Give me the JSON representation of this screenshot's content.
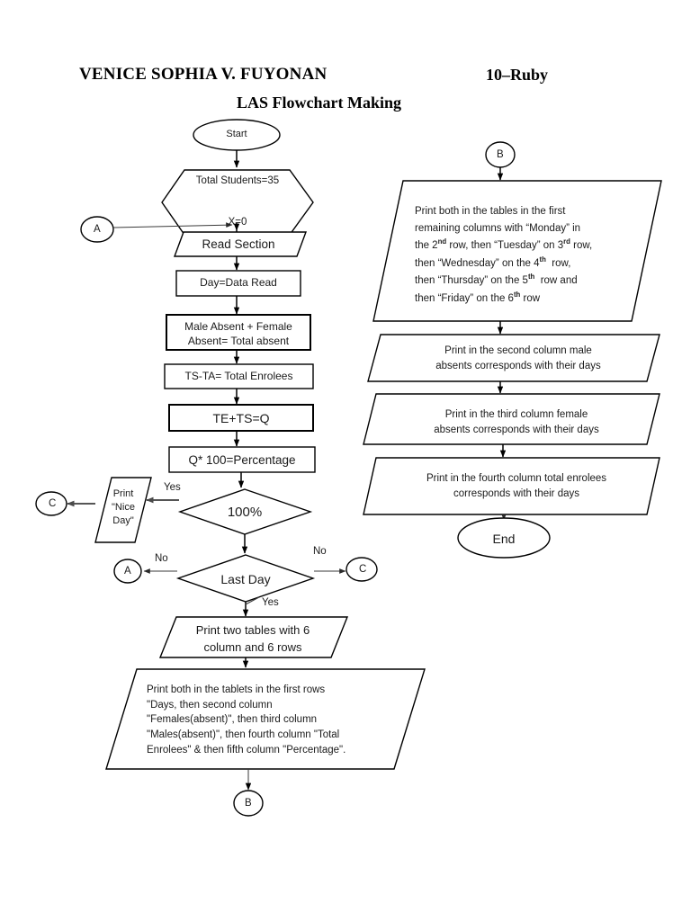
{
  "header": {
    "student_name": "VENICE SOPHIA V. FUYONAN",
    "section": "10–Ruby",
    "title": "LAS Flowchart Making"
  },
  "chart_data": {
    "type": "diagram",
    "title": "LAS Flowchart Making",
    "nodes": [
      {
        "id": "start",
        "shape": "ellipse",
        "text": "Start"
      },
      {
        "id": "init",
        "shape": "hexagon",
        "text": "Total Students=35\n\nX=0"
      },
      {
        "id": "read_section",
        "shape": "parallelogram",
        "text": "Read Section"
      },
      {
        "id": "day_data",
        "shape": "process",
        "text": "Day=Data Read"
      },
      {
        "id": "total_absent",
        "shape": "process",
        "text": "Male Absent + Female\nAbsent= Total absent"
      },
      {
        "id": "enrolees",
        "shape": "process",
        "text": "TS-TA= Total Enrolees"
      },
      {
        "id": "te_ts_q",
        "shape": "process",
        "text": "TE+TS=Q"
      },
      {
        "id": "percentage",
        "shape": "process",
        "text": "Q* 100=Percentage"
      },
      {
        "id": "hundred",
        "shape": "decision",
        "text": "100%"
      },
      {
        "id": "nice_day",
        "shape": "parallelogram",
        "text": "Print\n\"Nice\nDay\""
      },
      {
        "id": "last_day",
        "shape": "decision",
        "text": "Last Day"
      },
      {
        "id": "two_tables",
        "shape": "parallelogram",
        "text": "Print two tables with 6\ncolumn and 6 rows"
      },
      {
        "id": "tablets_hdr",
        "shape": "parallelogram",
        "text": "Print both in the tablets in the first rows\n\"Days, then second column\n\"Females(absent)\", then third column\n\"Males(absent)\", then fourth column \"Total\nEnrolees\" & then fifth column \"Percentage\"."
      },
      {
        "id": "days_rows",
        "shape": "parallelogram",
        "text_html": "Print both in the tables in the first<br>remaining columns with “Monday” in<br>the 2<sup>nd</sup> row, then “Tuesday” on 3<sup>rd</sup> row,<br>then “Wednesday” on the 4<sup>th</sup>&nbsp; row,<br>then “Thursday” on the 5<sup>th</sup>&nbsp; row and<br>then “Friday” on the 6<sup>th</sup> row"
      },
      {
        "id": "male_col",
        "shape": "parallelogram",
        "text": "Print in the second column male\nabsents corresponds with their days"
      },
      {
        "id": "female_col",
        "shape": "parallelogram",
        "text": "Print in the third column female\nabsents corresponds with their days"
      },
      {
        "id": "enrolees_col",
        "shape": "parallelogram",
        "text": "Print in the fourth column total enrolees\ncorresponds with their days"
      },
      {
        "id": "end",
        "shape": "ellipse",
        "text": "End"
      }
    ],
    "connectors": [
      {
        "id": "conn_a_left",
        "label": "A"
      },
      {
        "id": "conn_c_left",
        "label": "C"
      },
      {
        "id": "conn_a_bottom",
        "label": "A"
      },
      {
        "id": "conn_c_right",
        "label": "C"
      },
      {
        "id": "conn_b_bottom",
        "label": "B"
      },
      {
        "id": "conn_b_top",
        "label": "B"
      }
    ],
    "edge_labels": [
      {
        "id": "yes_hundred",
        "text": "Yes"
      },
      {
        "id": "no_last_left",
        "text": "No"
      },
      {
        "id": "no_last_right",
        "text": "No"
      },
      {
        "id": "yes_last",
        "text": "Yes"
      }
    ]
  }
}
